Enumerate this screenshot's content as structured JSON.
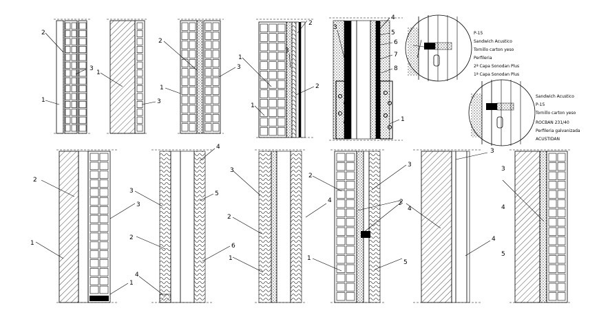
{
  "title": "",
  "details": {
    "top": [
      {
        "labels": [
          "2",
          "3",
          "1"
        ]
      },
      {
        "labels": [
          "1",
          "3"
        ]
      },
      {
        "labels": [
          "2",
          "3",
          "1"
        ]
      },
      {
        "labels": [
          "1",
          "2",
          "3",
          "2",
          "1"
        ]
      },
      {
        "labels": [
          "3",
          "4",
          "5",
          "6",
          "7",
          "8",
          "1"
        ]
      }
    ],
    "bottom": [
      {
        "labels": [
          "2",
          "3",
          "1",
          "1"
        ]
      },
      {
        "labels": [
          "4",
          "3",
          "5",
          "2",
          "6",
          "4"
        ]
      },
      {
        "labels": [
          "3",
          "2",
          "4",
          "1"
        ]
      },
      {
        "labels": [
          "2",
          "3",
          "4",
          "2",
          "1",
          "5"
        ]
      },
      {
        "labels": [
          "3",
          "2",
          "4"
        ]
      },
      {
        "labels": [
          "3",
          "4",
          "5"
        ]
      }
    ]
  },
  "callout_a": {
    "notes": [
      "P-15",
      "Sandwich Acustico",
      "Tornillo carton yeso",
      "Perfileria",
      "2ª Capa Sonodan Plus",
      "1ª Capa Sonodan Plus"
    ]
  },
  "callout_b": {
    "notes": [
      "Sandwich Acustico",
      "P-15",
      "Tornillo carton yeso",
      "ROCBAN 231/40",
      "Perfileria galvanizada",
      "ACUSTIDAN"
    ]
  }
}
